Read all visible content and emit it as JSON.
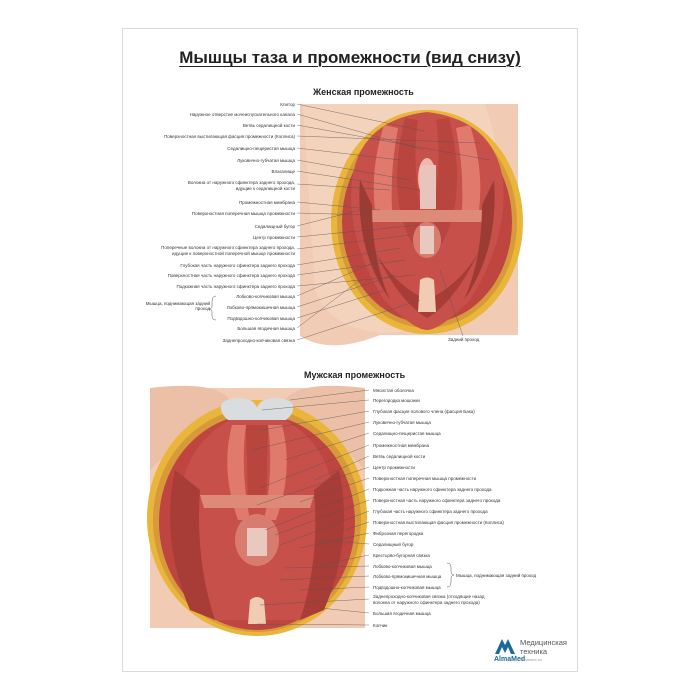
{
  "title": "Мышцы таза и промежности (вид снизу)",
  "female": {
    "heading": "Женская промежность",
    "labels": [
      "Клитор",
      "Наружное отверстие мочеиспускательного канала",
      "Ветвь седалищной кости",
      "Поверхностная выстилающая фасция промежности (Коллиса)",
      "Седалищно-пещеристая мышца",
      "Луковично-губчатая мышца",
      "Влагалище",
      "Волокна от наружного сфинктера заднего прохода,",
      "идущие к седалищной кости",
      "Промежностная мембрана",
      "Поверхностная поперечная мышца промежности",
      "Седалищный бугор",
      "Центр промежности",
      "Поперечные волокна от наружного сфинктера заднего прохода,",
      "идущие к поверхностной поперечной мышце промежности",
      "Глубокая часть наружного сфинктера заднего прохода",
      "Поверхностная часть наружного сфинктера заднего прохода",
      "Подкожная часть наружного сфинктера заднего прохода",
      "Лобково-копчиковая мышца",
      "Лобково-прямокишечная мышца",
      "Подвздошно-копчиковая мышца",
      "Большая ягодичная мышца",
      "Заднепроходно-копчиковая связка"
    ],
    "group_label": "Мышца, поднимающая задний проход",
    "anus_label": "Задний проход"
  },
  "male": {
    "heading": "Мужская промежность",
    "labels": [
      "Мясистая оболочка",
      "Перегородка мошонки",
      "Глубокая фасция полового члена (фасция Бака)",
      "Луковично-губчатая мышца",
      "Седалищно-пещеристая мышца",
      "Промежностная мембрана",
      "Ветвь седалищной кости",
      "Центр промежности",
      "Поверхностная поперечная мышца промежности",
      "Подкожная часть наружного сфинктера заднего прохода",
      "Поверхностная часть наружного сфинктера заднего прохода",
      "Глубокая часть наружного сфинктера заднего прохода",
      "Поверхностная выстилающая фасция промежности (Коллиса)",
      "Фиброзная перегородка",
      "Седалищный бугор",
      "Крестцово-бугорная связка",
      "Лобково-копчиковая мышца",
      "Лобково-прямокишечная мышца",
      "Подвздошно-копчиковая мышца",
      "Заднепроходно-копчиковая связка (отходящие назад",
      "волокна от наружного сфинктера заднего прохода)",
      "Большая ягодичная мышца",
      "Копчик"
    ],
    "group_label": "Мышца, поднимающая задний проход"
  },
  "logo": {
    "name": "AlmaMed",
    "line1": "Медицинская",
    "line2": "техника",
    "url": "almamed.su"
  },
  "colors": {
    "muscle": "#c8504a",
    "muscle_light": "#e07a6c",
    "fat": "#e9b53a",
    "skin": "#f1cbb3",
    "bone": "#d9dde0",
    "frame": "#d5dcdf",
    "brand": "#1a6b9a"
  }
}
